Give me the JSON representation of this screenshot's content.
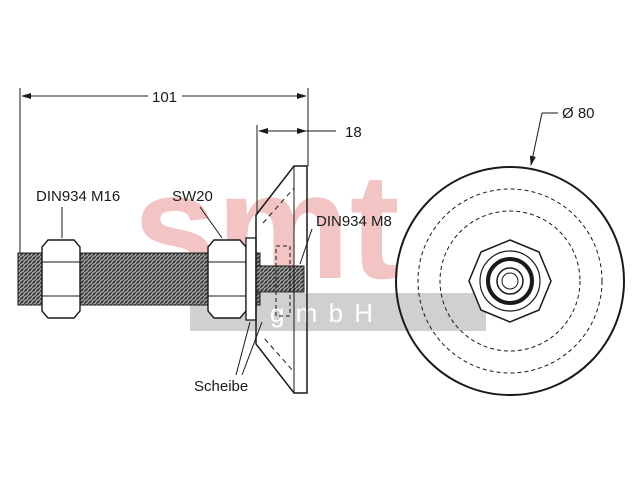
{
  "watermark": {
    "logo": "smt",
    "sub": "g m b H",
    "color": "#f2c4c4",
    "bar_color": "#d0d0d0"
  },
  "dimensions": {
    "overall_length": "101",
    "pad_height": "18",
    "diameter": "Ø 80"
  },
  "labels": {
    "nut_large": "DIN934 M16",
    "wrench_size": "SW20",
    "nut_small": "DIN934 M8",
    "washer": "Scheibe"
  },
  "colors": {
    "line": "#1a1a1a",
    "thread_fill": "#6b6b6b"
  }
}
